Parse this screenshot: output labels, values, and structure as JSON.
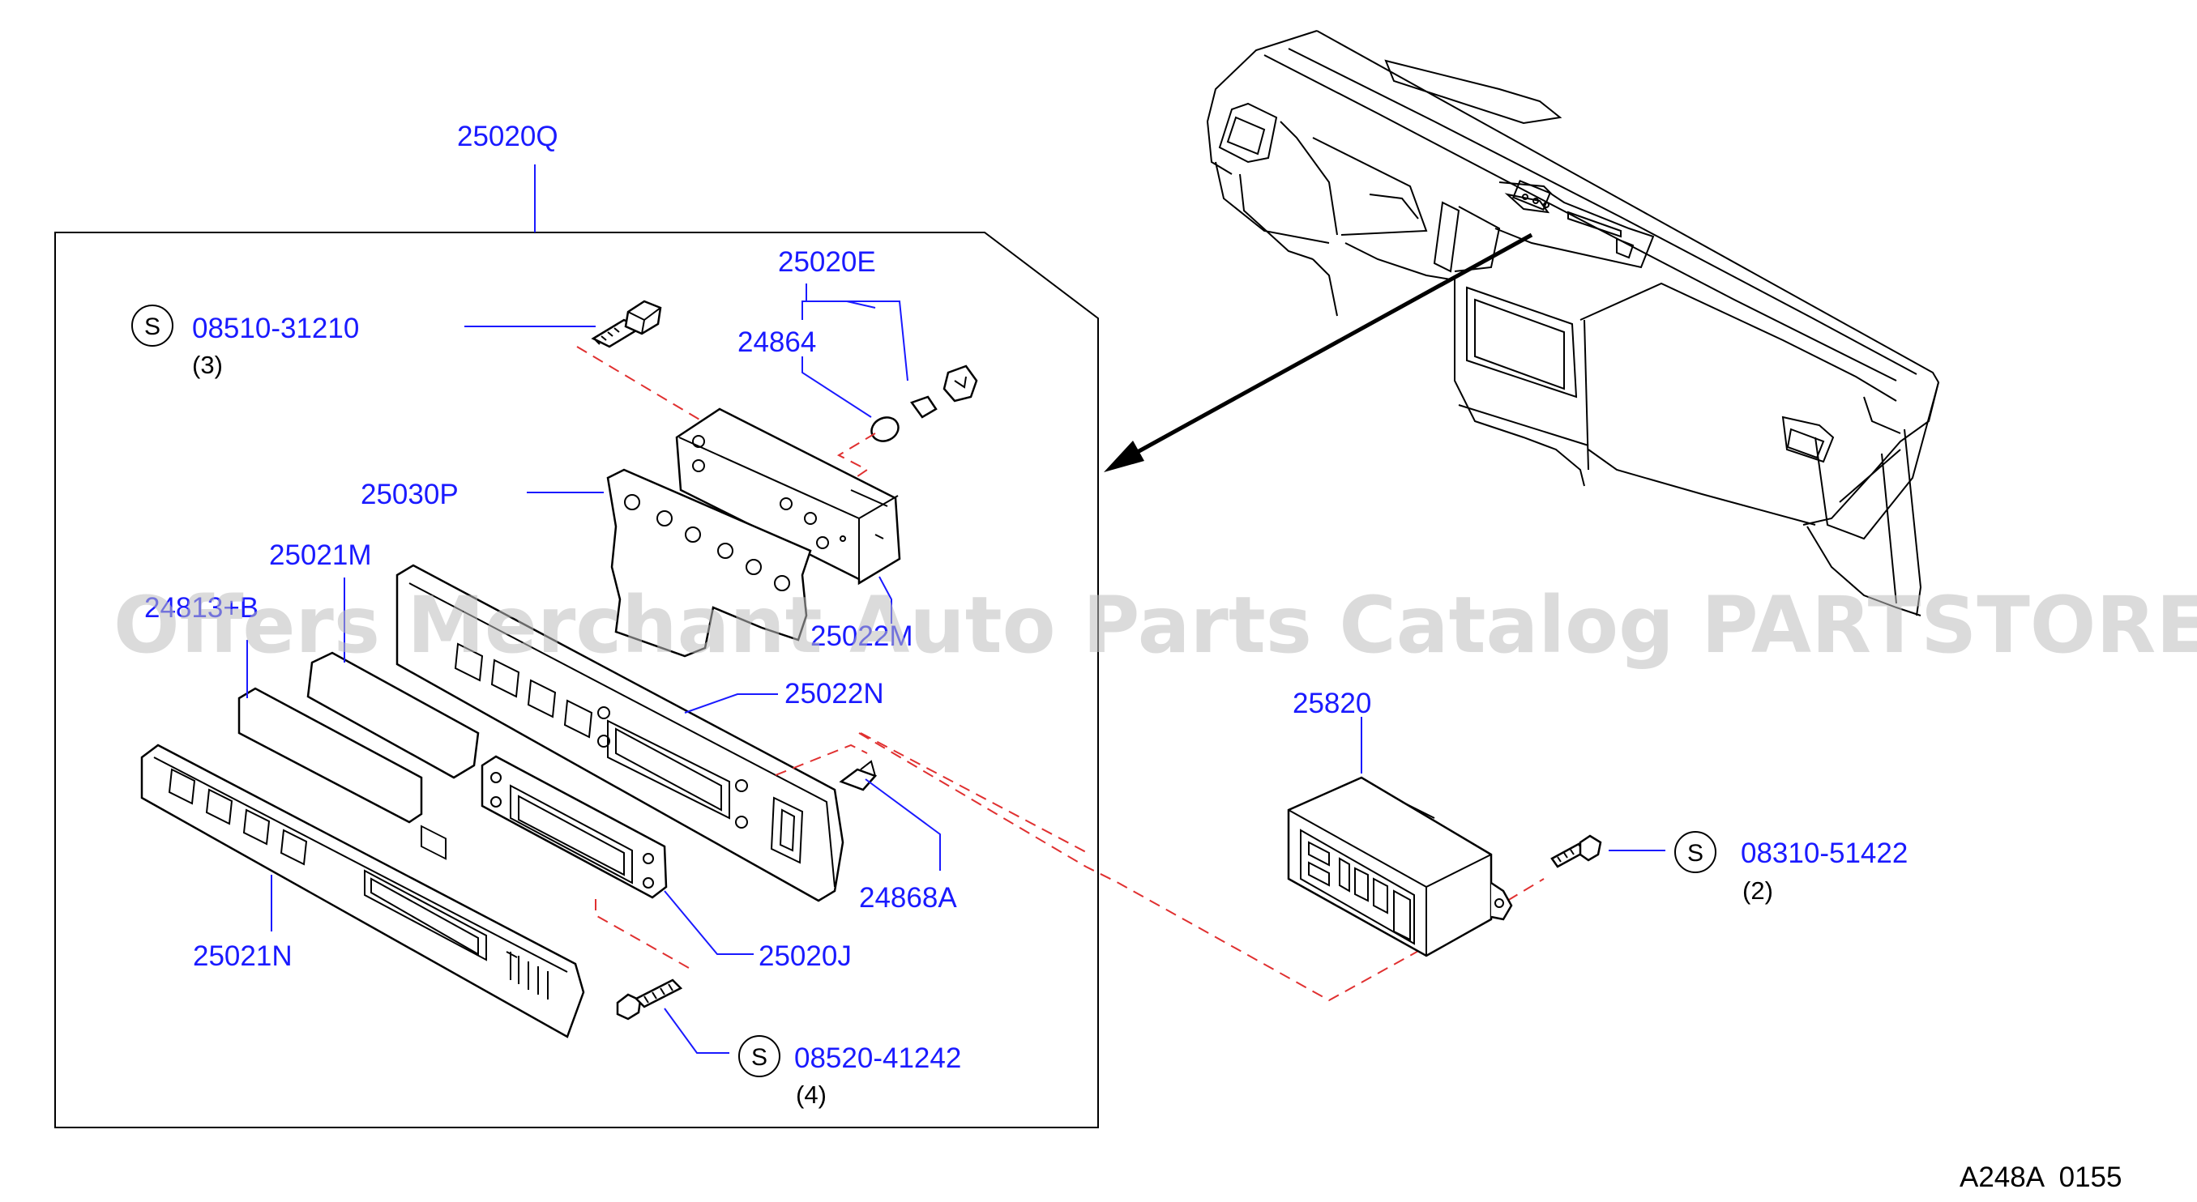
{
  "diagram": {
    "reference_code": "A248A  0155",
    "watermark": "Offers Merchant Auto Parts Catalog PARTSTORE.SA",
    "assembly_label": "25020Q",
    "parts": {
      "bulb_socket": "25020E",
      "bulb": "24864",
      "screw_top": {
        "symbol": "S",
        "number": "08510-31210",
        "qty": "(3)"
      },
      "gasket": "25030P",
      "lens_upper": "25021M",
      "lens_lower": "24813+B",
      "housing_label_hidden": "25022M",
      "bezel_frame": "25022N",
      "clip": "24868A",
      "display_frame": "25020J",
      "front_panel": "25021N",
      "screw_bottom": {
        "symbol": "S",
        "number": "08520-41242",
        "qty": "(4)"
      },
      "clock_unit": "25820",
      "screw_right": {
        "symbol": "S",
        "number": "08310-51422",
        "qty": "(2)"
      }
    },
    "colors": {
      "label": "#1a1aff",
      "dashed_line": "#e03030",
      "outline": "#000000"
    }
  }
}
